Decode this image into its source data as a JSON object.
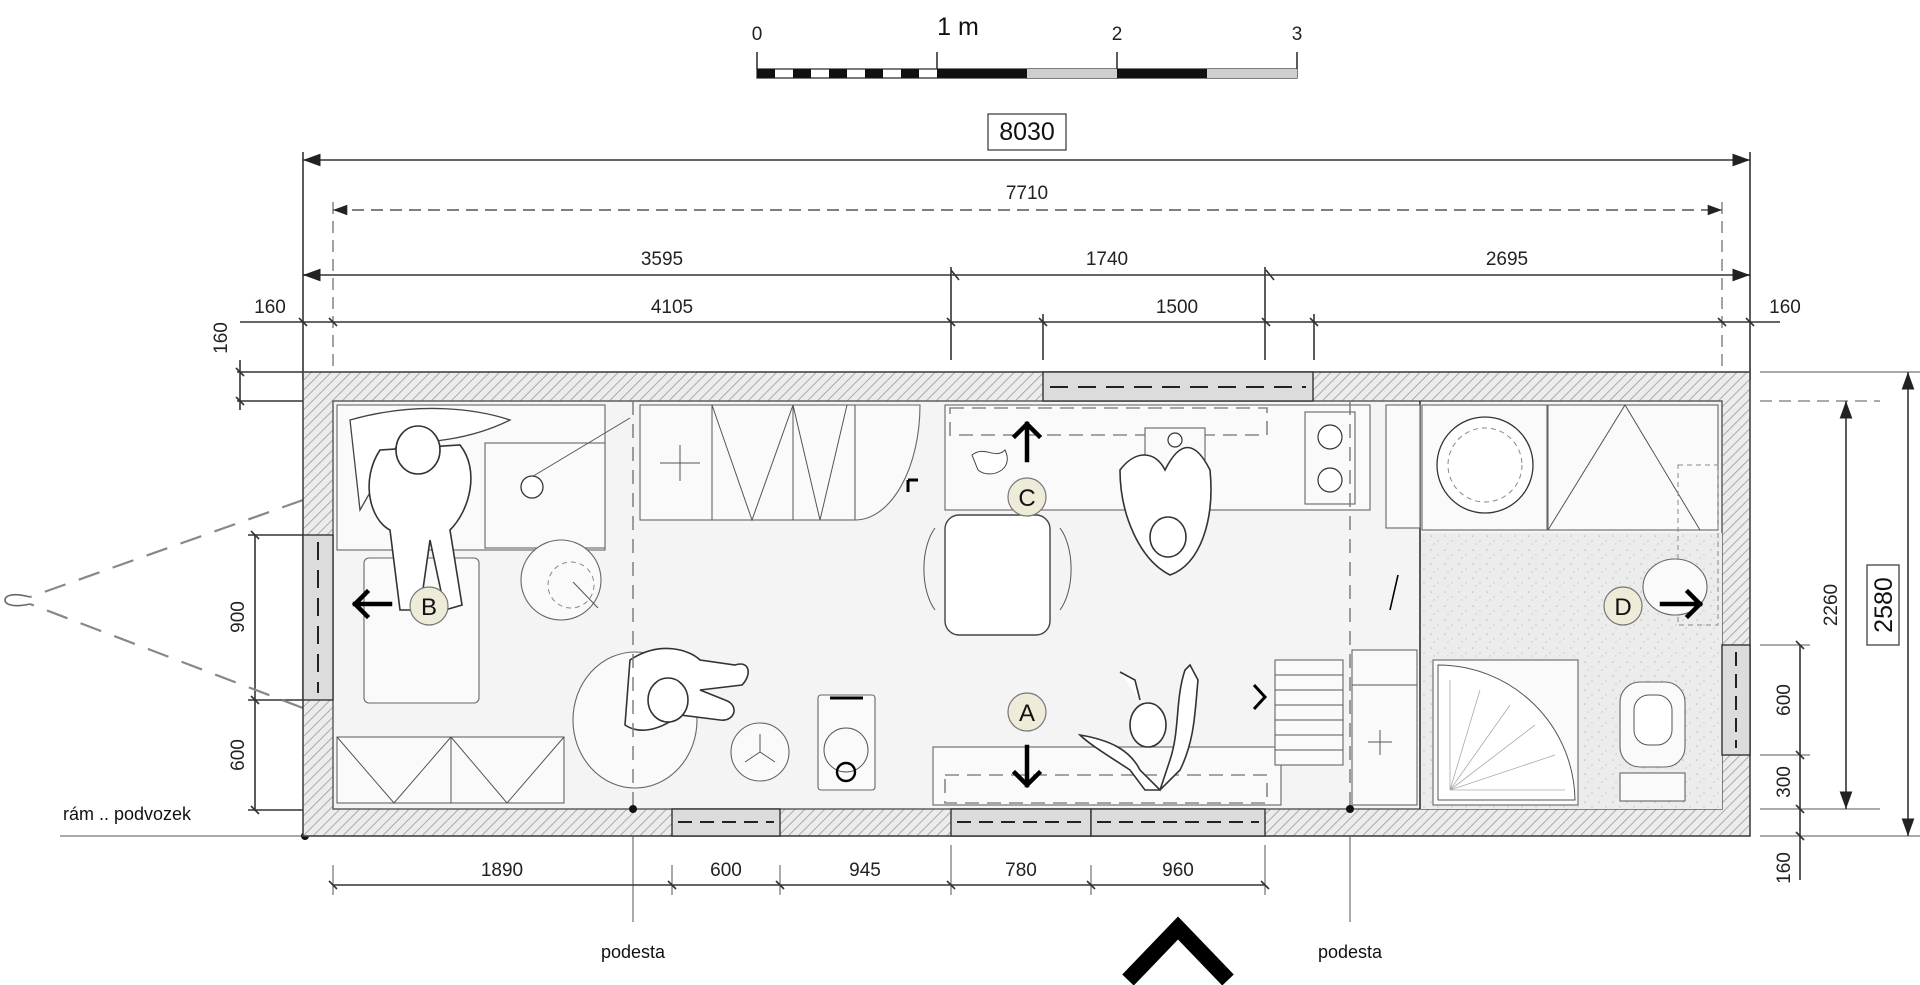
{
  "scale_bar": {
    "ticks": [
      "0",
      "1 m",
      "2",
      "3"
    ]
  },
  "dimensions": {
    "total_length": "8030",
    "inner_length": "7710",
    "top_row": [
      "3595",
      "1740",
      "2695"
    ],
    "second_row": [
      "160",
      "4105",
      "1500",
      "160"
    ],
    "left_wall": "160",
    "left_window": "900",
    "left_lower": "600",
    "bottom_row": [
      "1890",
      "600",
      "945",
      "780",
      "960"
    ],
    "right_inner_height": "2260",
    "right_total_height": "2580",
    "right_window": "600",
    "right_lower": "300",
    "right_bottom": "160"
  },
  "labels": {
    "chassis": "rám .. podvozek",
    "landing_left": "podesta",
    "landing_right": "podesta"
  },
  "zones": {
    "a": "A",
    "b": "B",
    "c": "C",
    "d": "D"
  },
  "colors": {
    "wall_hatch": "#9a9a9a",
    "floor": "#f2f2f2",
    "zone_marker": "#eeecd9",
    "bath_floor": "#e6e6e6"
  }
}
